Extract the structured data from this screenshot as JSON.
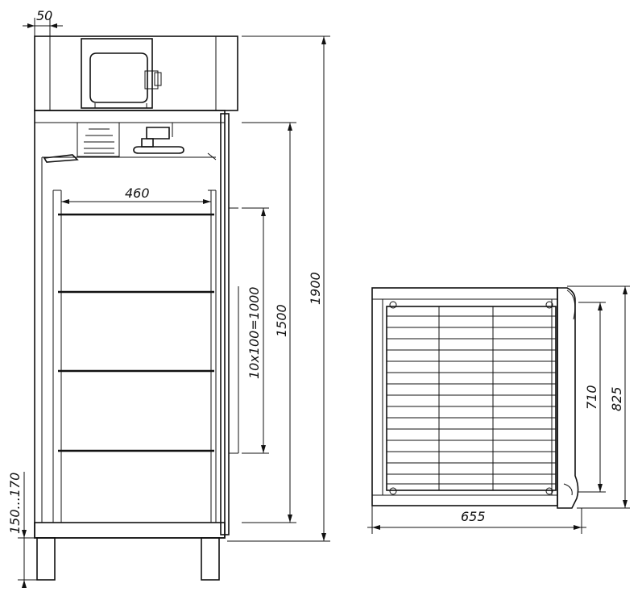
{
  "dimensions": {
    "top_panel_offset": "50",
    "shelf_width": "460",
    "shelf_spacing": "10x100=1000",
    "interior_height": "1500",
    "total_height": "1900",
    "leg_height": "150...170",
    "plan_inner_depth": "710",
    "plan_total_depth": "825",
    "plan_width": "655"
  }
}
